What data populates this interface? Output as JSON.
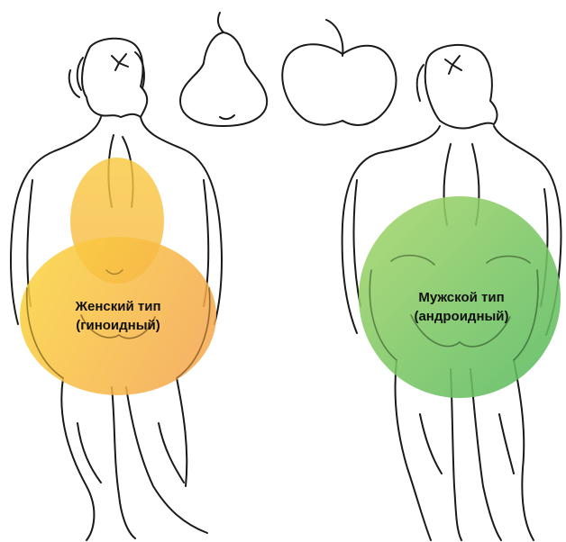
{
  "female_type": {
    "line1": "Женский тип",
    "line2": "(гиноидный)",
    "upper_color": "#f9c73a",
    "lower_color": "#f6b23c"
  },
  "male_type": {
    "line1": "Мужской тип",
    "line2": "(андроидный)",
    "color_light": "#a9d66a",
    "color_dark": "#5fbb5e"
  },
  "icons": [
    "pear-icon",
    "apple-icon"
  ],
  "outline_color": "#1a1a1a"
}
